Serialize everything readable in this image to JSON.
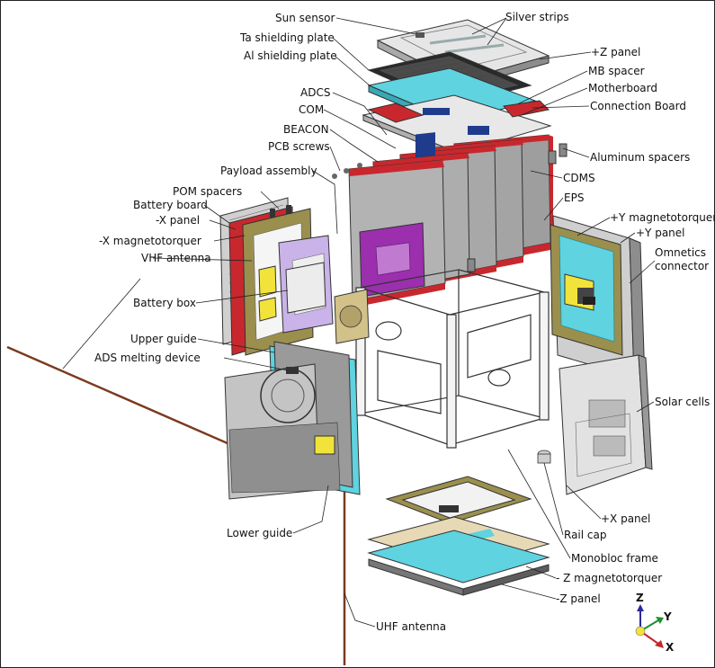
{
  "labels": {
    "sun_sensor": "Sun sensor",
    "silver_strips": "Silver strips",
    "ta_shielding_plate": "Ta shielding plate",
    "al_shielding_plate": "Al shielding plate",
    "plus_z_panel": "+Z panel",
    "mb_spacer": "MB spacer",
    "motherboard": "Motherboard",
    "connection_board": "Connection Board",
    "adcs": "ADCS",
    "com": "COM",
    "beacon": "BEACON",
    "pcb_screws": "PCB screws",
    "aluminum_spacers": "Aluminum spacers",
    "payload_assembly": "Payload assembly",
    "cdms": "CDMS",
    "pom_spacers": "POM spacers",
    "eps": "EPS",
    "battery_board": "Battery board",
    "minus_x_panel": "-X panel",
    "plus_y_magnetotorquer": "+Y magnetotorquer",
    "plus_y_panel": "+Y panel",
    "minus_x_magnetotorquer": "-X magnetotorquer",
    "omnetics_connector_1": "Omnetics",
    "omnetics_connector_2": "connector",
    "vhf_antenna": "VHF antenna",
    "battery_box": "Battery box",
    "upper_guide": "Upper guide",
    "ads_melting_device": "ADS melting device",
    "solar_cells": "Solar cells",
    "plus_x_panel": "+X panel",
    "lower_guide": "Lower guide",
    "rail_cap": "Rail cap",
    "monobloc_frame": "Monobloc frame",
    "minus_z_magnetotorquer": "- Z magnetotorquer",
    "minus_z_panel": "-Z panel",
    "uhf_antenna": "UHF antenna"
  },
  "axes": {
    "z": "Z",
    "y": "Y",
    "x": "X"
  },
  "colors": {
    "pcb_red": "#c8282d",
    "pcb_purple": "#9b2fae",
    "panel_grey": "#bdbdbd",
    "shield_cyan": "#5fd3e0",
    "magnetotorquer": "#9b8f4e",
    "yellow": "#f2e33b",
    "lavender": "#c9b3e8",
    "antenna": "#7a3a1e",
    "axis_z": "#2a2a9a",
    "axis_y": "#1f8f2f",
    "axis_x": "#c0282d"
  }
}
